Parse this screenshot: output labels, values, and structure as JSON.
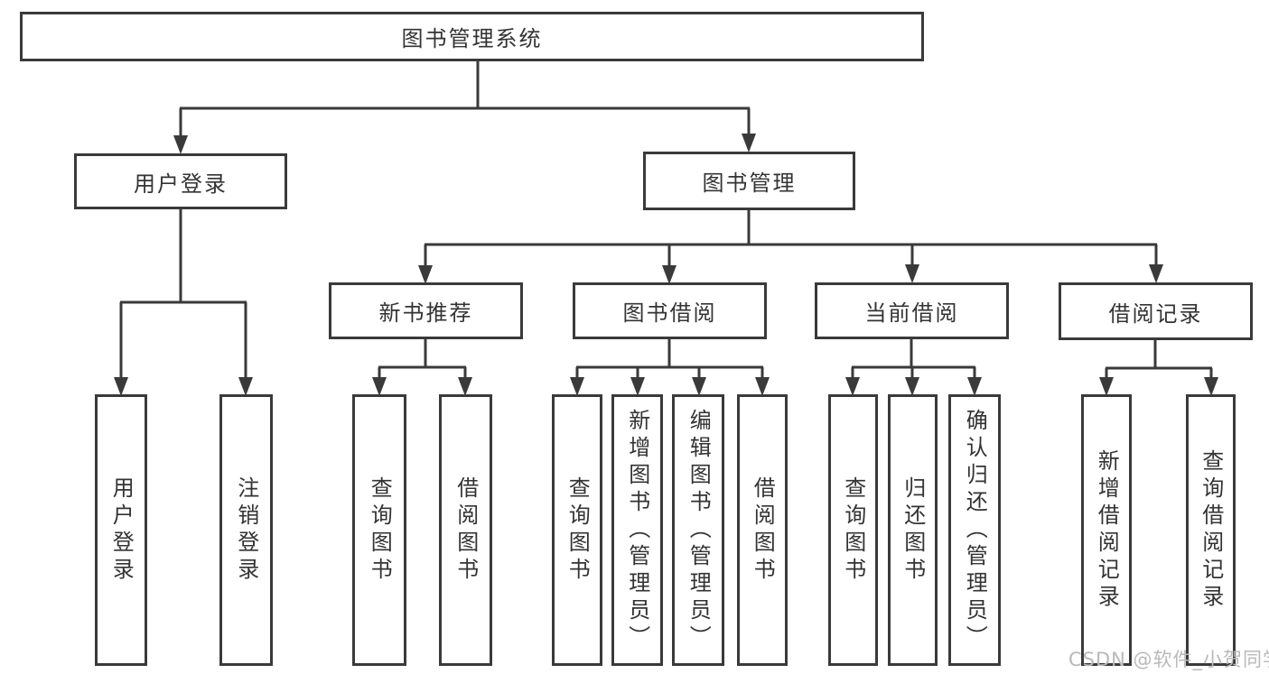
{
  "diagram": {
    "root": {
      "label": "图书管理系统",
      "children": [
        {
          "label": "用户登录",
          "children": [
            {
              "label": "用户登录"
            },
            {
              "label": "注销登录"
            }
          ]
        },
        {
          "label": "图书管理",
          "children": [
            {
              "label": "新书推荐",
              "children": [
                {
                  "label": "查询图书"
                },
                {
                  "label": "借阅图书"
                }
              ]
            },
            {
              "label": "图书借阅",
              "children": [
                {
                  "label": "查询图书"
                },
                {
                  "label": "新增图书（管理员）"
                },
                {
                  "label": "编辑图书（管理员）"
                },
                {
                  "label": "借阅图书"
                }
              ]
            },
            {
              "label": "当前借阅",
              "children": [
                {
                  "label": "查询图书"
                },
                {
                  "label": "归还图书"
                },
                {
                  "label": "确认归还（管理员）"
                }
              ]
            },
            {
              "label": "借阅记录",
              "children": [
                {
                  "label": "新增借阅记录"
                },
                {
                  "label": "查询借阅记录"
                }
              ]
            }
          ]
        }
      ]
    }
  },
  "watermark": {
    "text": "CSDN @软件_小贺同学"
  },
  "colors": {
    "line": "#3a3a3a",
    "text": "#333333",
    "box_background": "#ffffff",
    "page_background": "#ffffff",
    "watermark": "#b9b9b9"
  }
}
